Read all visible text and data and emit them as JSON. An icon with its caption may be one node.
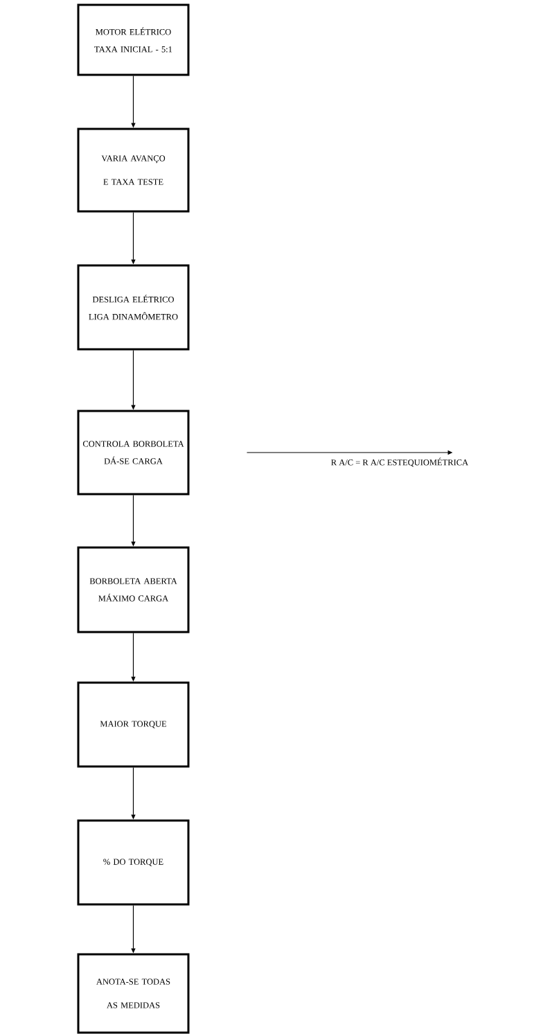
{
  "diagram": {
    "nodes": [
      {
        "text": [
          "MOTOR ELÉTRICO",
          "TAXA INICIAL - 5:1"
        ]
      },
      {
        "text": [
          "VARIA AVANÇO E TAXA TESTE"
        ]
      },
      {
        "text": [
          "DESLIGA ELÉTRICO",
          "LIGA DINAMÔMETRO"
        ]
      },
      {
        "text": [
          "CONTROLA BORBOLETA",
          "DÁ-SE CARGA"
        ]
      },
      {
        "text": [
          "BORBOLETA ABERTA",
          "MÁXIMO CARGA"
        ]
      },
      {
        "text": [
          "MAIOR TORQUE"
        ]
      },
      {
        "text": [
          "% DO TORQUE"
        ]
      },
      {
        "text": [
          "ANOTA-SE TODAS AS MEDIDAS"
        ]
      },
      {
        "text": [
          "R A/C = R A/C ESTEQUIOMÉTRICA"
        ]
      }
    ],
    "edges": [
      {
        "from": 0,
        "to": 1,
        "arrow": "to"
      },
      {
        "from": 1,
        "to": 2,
        "arrow": "to"
      },
      {
        "from": 2,
        "to": 3,
        "arrow": "to"
      },
      {
        "from": 3,
        "to": 4,
        "arrow": "to"
      },
      {
        "from": 4,
        "to": 5,
        "arrow": "to"
      },
      {
        "from": 5,
        "to": 6,
        "arrow": "to"
      },
      {
        "from": 6,
        "to": 7,
        "arrow": "to"
      },
      {
        "from": 3,
        "to": 8,
        "arrow": "to"
      }
    ]
  }
}
